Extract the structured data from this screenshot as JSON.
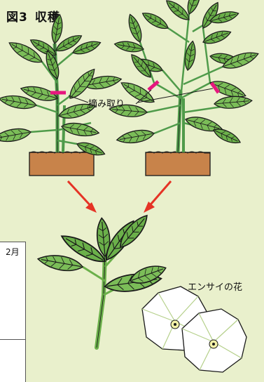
{
  "figure": {
    "title_prefix": "図3",
    "title_text": "収穫"
  },
  "labels": {
    "pinch": "摘み取り",
    "flower": "エンサイの花"
  },
  "table_fragment": {
    "month_label": "2月"
  },
  "colors": {
    "background": "#e9f0cc",
    "soil": "#c8834a",
    "leaf": "#6bb04a",
    "stem": "#4f9b4a",
    "marker": "#e6177e",
    "arrow": "#e53325"
  }
}
